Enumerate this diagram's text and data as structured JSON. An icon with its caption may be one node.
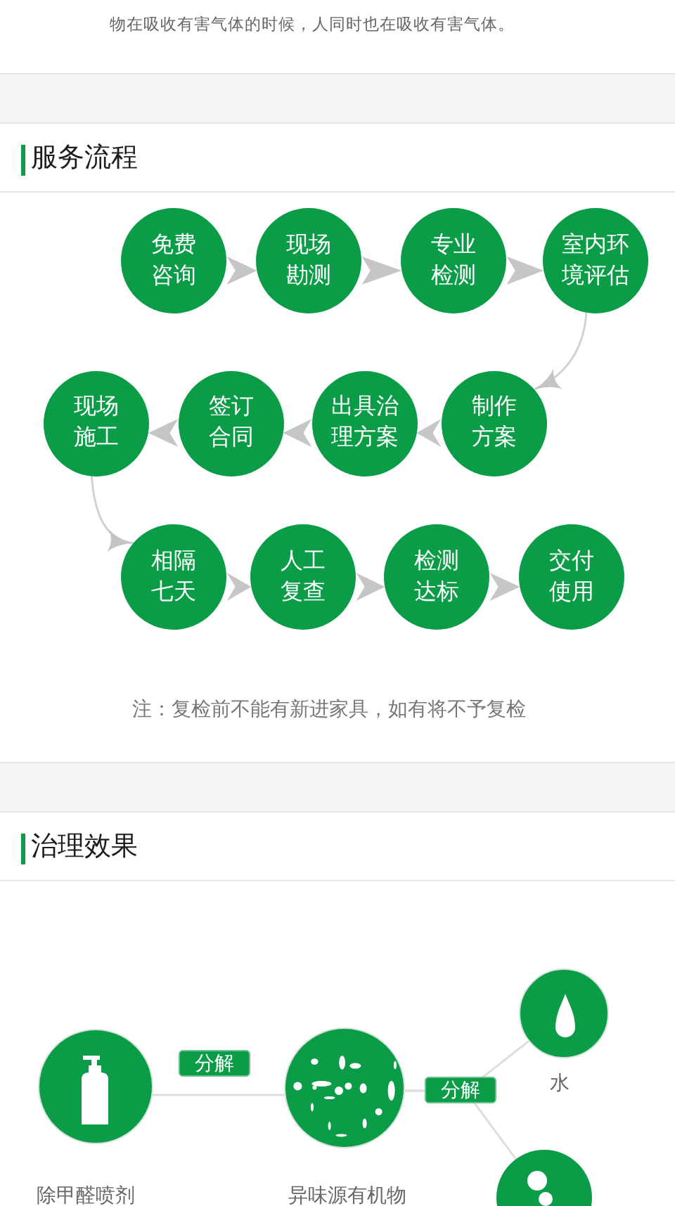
{
  "diagram": {
    "nodes": [
      {
        "text": [
          "免费咨询"
        ]
      },
      {
        "text": [
          "现场勘测"
        ]
      },
      {
        "text": [
          "专业检测"
        ]
      },
      {
        "text": [
          "室内环境评估"
        ]
      },
      {
        "text": [
          "制作方案"
        ]
      },
      {
        "text": [
          "出具治理方案"
        ]
      },
      {
        "text": [
          "签订合同"
        ]
      },
      {
        "text": [
          "现场施工"
        ]
      },
      {
        "text": [
          "相隔七天"
        ]
      },
      {
        "text": [
          "人工复查"
        ]
      },
      {
        "text": [
          "检测达标"
        ]
      },
      {
        "text": [
          "交付使用"
        ]
      },
      {
        "text": [],
        "shape": "circle",
        "beside": [
          "除甲醛喷剂"
        ]
      },
      {
        "text": [],
        "shape": "circle",
        "beside": [
          "异味源有机物"
        ]
      },
      {
        "text": [],
        "shape": "circle",
        "beside": [
          "水"
        ]
      },
      {
        "text": [],
        "shape": "circle"
      }
    ],
    "edges": [
      {
        "from": 0,
        "to": 1,
        "arrow": "to"
      },
      {
        "from": 1,
        "to": 2,
        "arrow": "to"
      },
      {
        "from": 2,
        "to": 3,
        "arrow": "to"
      },
      {
        "from": 3,
        "to": 4,
        "arrow": "to"
      },
      {
        "from": 4,
        "to": 5,
        "arrow": "to"
      },
      {
        "from": 5,
        "to": 6,
        "arrow": "to"
      },
      {
        "from": 6,
        "to": 7,
        "arrow": "to"
      },
      {
        "from": 7,
        "to": 8,
        "arrow": "to"
      },
      {
        "from": 8,
        "to": 9,
        "arrow": "to"
      },
      {
        "from": 9,
        "to": 10,
        "arrow": "to"
      },
      {
        "from": 10,
        "to": 11,
        "arrow": "to"
      },
      {
        "from": 12,
        "to": 13,
        "arrow": "none",
        "label": "分解"
      },
      {
        "from": 13,
        "to": 14,
        "arrow": "none",
        "label": "分解"
      },
      {
        "from": 13,
        "to": 15,
        "arrow": "none"
      }
    ],
    "labels": [
      "物在吸收有害气体的时候，人同时也在吸收有害气体。",
      "服务流程",
      "注：复检前不能有新进家具，如有将不予复检",
      "治理效果"
    ]
  }
}
